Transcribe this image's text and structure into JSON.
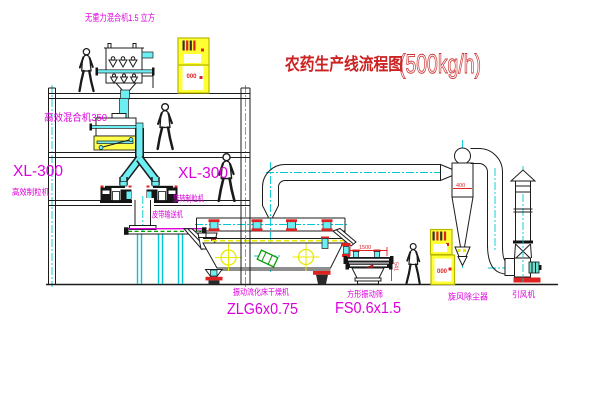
{
  "title": {
    "name": "农药生产线流程图",
    "capacity": "(500kg/h)"
  },
  "labels": {
    "gravity_mixer": "无重力混合机1.5 立方",
    "high_eff_mixer": "高效混合机350",
    "granulator_left_model": "XL-300",
    "granulator_left_name": "高效制粒机",
    "granulator_right_model": "XL-300",
    "granulator_right_name": "旋转制粒机",
    "belt_conveyor": "皮带输送机",
    "fluid_bed_dryer": "振动流化床干燥机",
    "fluid_bed_dryer_model": "ZLG6x0.75",
    "vibrating_screen": "方形振动筛",
    "vibrating_screen_model": "FS0.6x1.5",
    "cyclone": "旋风除尘器",
    "induced_draft_fan": "引风机"
  },
  "dimensions": {
    "screen_length": "1500",
    "screen_height": "541",
    "cyclone_dia": "400"
  },
  "panels": {
    "panel_top_readout": "000",
    "panel_right_readout": "000"
  },
  "colors": {
    "structure": "#1c1c1c",
    "centerline": "#00c8d2",
    "pipe_fill": "#6ceef2",
    "label_magenta": "#dd00dd",
    "title_red": "#cc2222",
    "panel_yellow": "#ffff33",
    "accent_red": "#dd2222",
    "belt_green": "#00a000",
    "highlight_yellow": "#f0f000"
  }
}
